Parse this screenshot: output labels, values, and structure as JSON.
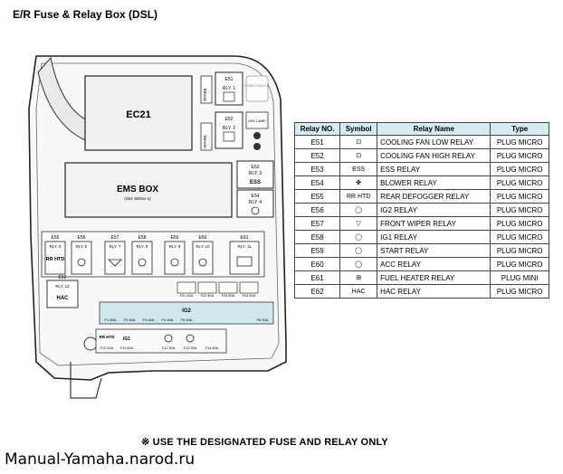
{
  "title": "E/R Fuse & Relay Box (DSL)",
  "note": "※ USE THE DESIGNATED FUSE AND RELAY ONLY",
  "footer": "Manual-Yamaha.narod.ru",
  "diagram": {
    "ec21": "EC21",
    "ems_box": "EMS BOX",
    "ems_sub": "(See SD6xx-x)",
    "spare": "SPARE",
    "fuse_puller": "FUSE PULLER",
    "rly1": "RLY. 1",
    "rly2": "RLY. 2",
    "rly3": "RLY. 3",
    "rly4": "RLY. 4",
    "ess": "ESS",
    "e51": "E51",
    "e52": "E52",
    "e53": "E53",
    "e54": "E54",
    "e55": "E55",
    "e56": "E56",
    "e57": "E57",
    "e58": "E58",
    "e59": "E59",
    "e60": "E60",
    "e61": "E61",
    "e62": "E62",
    "rly5": "RLY. 5",
    "rly6": "RLY. 6",
    "rly7": "RLY. 7",
    "rly8": "RLY. 8",
    "rly9": "RLY. 9",
    "rly10": "RLY. 10",
    "rly11": "RLY. 11",
    "rly12": "RLY. 12",
    "rr_htd": "RR HTD",
    "hac": "HAC",
    "ig1": "IG1",
    "ig2": "IG2",
    "fuses_row1": [
      "F1 80A",
      "F2 60A",
      "F3 40A",
      "F4 40A",
      "F5 40A",
      "F6 50A"
    ],
    "fuses_mid": [
      "F21 40A",
      "F22 40A",
      "F23 50A",
      "F24 50A"
    ],
    "fuses_row2": [
      "F10 40A",
      "F11 40A",
      "F12 30A",
      "F13 30A",
      "F14 40A"
    ],
    "dimmer": "DRL LAMP"
  },
  "table": {
    "headers": [
      "Relay NO.",
      "Symbol",
      "Relay Name",
      "Type"
    ],
    "rows": [
      {
        "no": "E51",
        "sym": "fan-lo",
        "name": "COOLING FAN LOW RELAY",
        "type": "PLUG MICRO"
      },
      {
        "no": "E52",
        "sym": "fan-hi",
        "name": "COOLING FAN HIGH RELAY",
        "type": "PLUG MICRO"
      },
      {
        "no": "E53",
        "sym": "ESS",
        "name": "ESS RELAY",
        "type": "PLUG MICRO"
      },
      {
        "no": "E54",
        "sym": "blower",
        "name": "BLOWER RELAY",
        "type": "PLUG MICRO"
      },
      {
        "no": "E55",
        "sym": "RR HTD",
        "name": "REAR DEFOGGER RELAY",
        "type": "PLUG MICRO"
      },
      {
        "no": "E56",
        "sym": "ig2",
        "name": "IG2 RELAY",
        "type": "PLUG MICRO"
      },
      {
        "no": "E57",
        "sym": "wiper",
        "name": "FRONT WIPER RELAY",
        "type": "PLUG MICRO"
      },
      {
        "no": "E58",
        "sym": "ig1",
        "name": "IG1 RELAY",
        "type": "PLUG MICRO"
      },
      {
        "no": "E59",
        "sym": "start",
        "name": "START RELAY",
        "type": "PLUG MICRO"
      },
      {
        "no": "E60",
        "sym": "acc",
        "name": "ACC RELAY",
        "type": "PLUG MICRO"
      },
      {
        "no": "E61",
        "sym": "heater",
        "name": "FUEL HEATER RELAY",
        "type": "PLUG MINI"
      },
      {
        "no": "E62",
        "sym": "HAC",
        "name": "HAC RELAY",
        "type": "PLUG MICRO"
      }
    ]
  }
}
